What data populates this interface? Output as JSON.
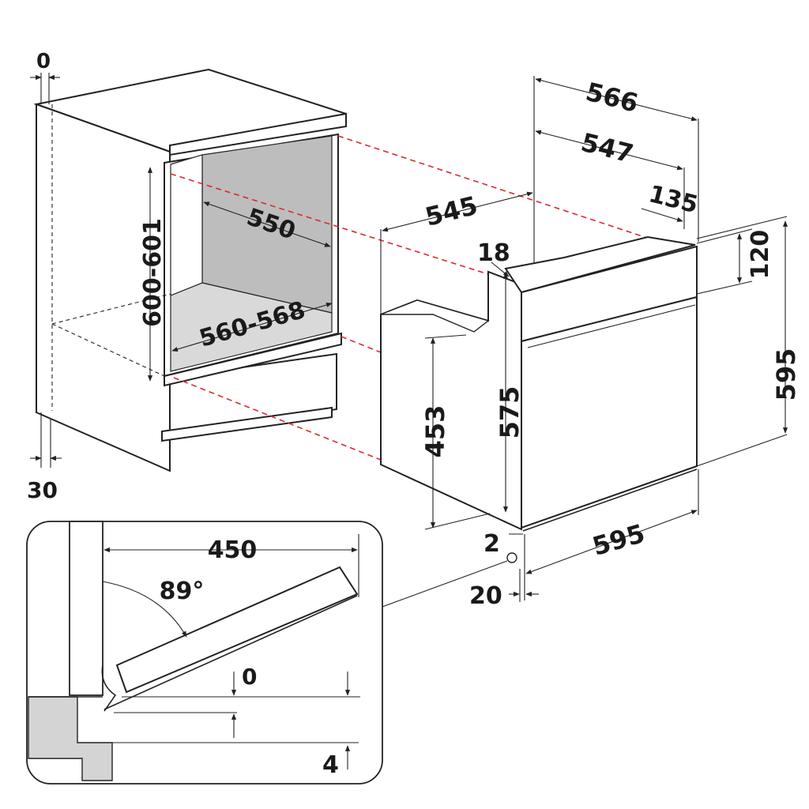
{
  "colors": {
    "outline": "#222222",
    "guide": "#d92b2b",
    "cavity": "#bdbdbd",
    "cavity_floor": "#d9d9d9",
    "floor_section": "#d4d4d4"
  },
  "cabinet": {
    "top_gap": "0",
    "side_gap": "30",
    "opening_height": "600-601",
    "inner_depth": "550",
    "opening_width": "560-568"
  },
  "oven": {
    "total_depth": "566",
    "body_depth": "547",
    "rear_top": "135",
    "side_depth": "545",
    "lip": "18",
    "panel_height": "120",
    "front_height": "595",
    "body_height": "575",
    "cavity_height": "453",
    "front_width": "595",
    "bottom_gap": "2",
    "front_offset": "20"
  },
  "door_detail": {
    "door_reach": "450",
    "open_angle": "89°",
    "top_gap": "0",
    "bottom_gap": "4"
  }
}
